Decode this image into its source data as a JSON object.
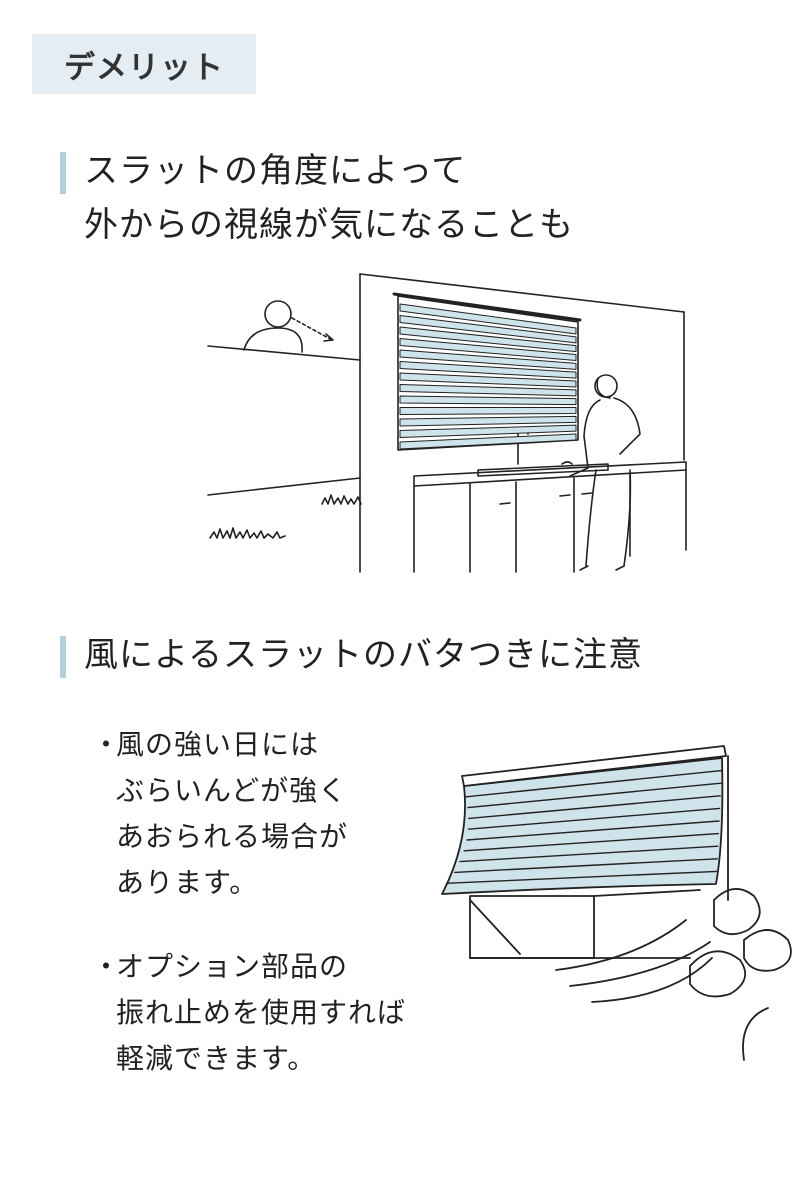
{
  "tag": {
    "label": "デメリット"
  },
  "section1": {
    "heading_line1": "スラットの角度によって",
    "heading_line2": "外からの視線が気になることも"
  },
  "section2": {
    "heading": "風によるスラットのバタつきに注意",
    "bullets": [
      {
        "lines": [
          "風の強い日には",
          "ぶらいんどが強く",
          "あおられる場合が",
          "あります。"
        ]
      },
      {
        "lines": [
          "オプション部品の",
          "振れ止めを使用すれば",
          "軽減できます。"
        ]
      }
    ]
  },
  "colors": {
    "tag_bg": "#e4edf3",
    "accent_bar": "#b4cfdb",
    "slat_fill": "#cfe3ea",
    "line": "#222222"
  },
  "icons": {
    "illustration1": "kitchen-blind-illustration",
    "illustration2": "wind-blind-illustration"
  }
}
